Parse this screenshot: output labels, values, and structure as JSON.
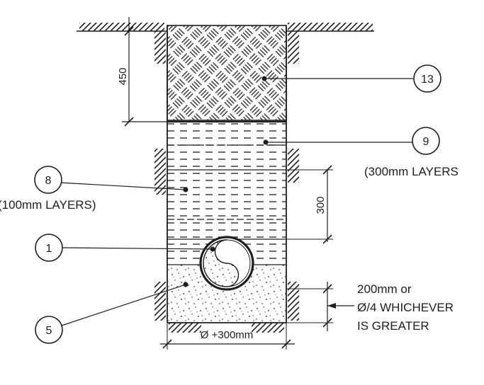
{
  "dimensions": {
    "cover_depth": "450",
    "layer_spacing": "300",
    "bedding": [
      "200mm or",
      "Ø/4 WHICHEVER",
      "IS GREATER"
    ],
    "trench_width": "Ø +300mm"
  },
  "callouts": {
    "c13": {
      "number": "13"
    },
    "c9": {
      "number": "9",
      "note": "(300mm LAYERS"
    },
    "c8": {
      "number": "8",
      "note": "(100mm LAYERS)"
    },
    "c1": {
      "number": "1"
    },
    "c5": {
      "number": "5"
    }
  },
  "colors": {
    "ink": "#1e1e1e",
    "paper": "#ffffff"
  }
}
